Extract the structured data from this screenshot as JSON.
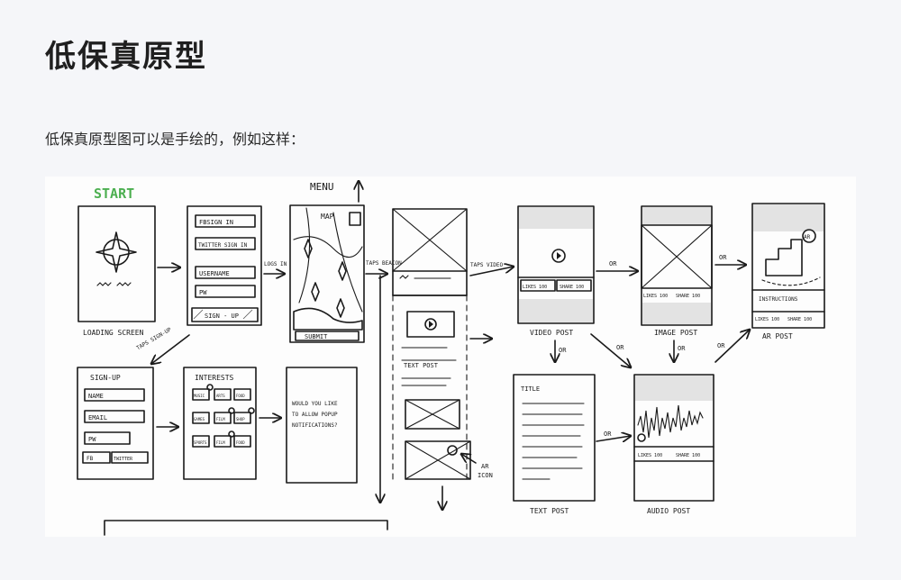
{
  "header": {
    "title": "低保真原型"
  },
  "body": {
    "intro": "低保真原型图可以是手绘的，例如这样："
  },
  "sketch": {
    "start": "START",
    "menu": "MENU",
    "loading_screen": "LOADING SCREEN",
    "fb_sign_in": "FBSIGN IN",
    "twitter_sign_in": "TWITTER SIGN IN",
    "username": "USERNAME",
    "pw": "PW",
    "sign_up_button": "SIGN - UP",
    "logs_in": "LOGS IN",
    "map": "MAP",
    "submit": "SUBMIT",
    "taps_beacon": "TAPS BEACON",
    "taps_video": "TAPS VIDEO",
    "taps_sign_up": "TAPS SIGN-UP",
    "sign_up_title": "SIGN-UP",
    "name": "NAME",
    "email": "EMAIL",
    "fb": "FB",
    "twitter": "TWITTER",
    "interests": "INTERESTS",
    "interest_tags": [
      "MUSIC",
      "ARTS",
      "FOOD",
      "GAMES",
      "FILM",
      "SHOP",
      "SPORTS",
      "FILM",
      "FOOD"
    ],
    "notifications": [
      "WOULD YOU LIKE",
      "TO ALLOW POPUP",
      "NOTIFICATIONS?"
    ],
    "text_post_feed": "TEXT POST",
    "ar_icon": [
      "AR",
      "ICON"
    ],
    "video_post": "VIDEO POST",
    "image_post": "IMAGE POST",
    "ar_post": "AR POST",
    "text_post": "TEXT POST",
    "audio_post": "AUDIO POST",
    "title_label": "TITLE",
    "instructions": "INSTRUCTIONS",
    "likes": "LIKES 100",
    "share": "SHARE 100",
    "or": "OR",
    "ar_badge": "AR"
  }
}
